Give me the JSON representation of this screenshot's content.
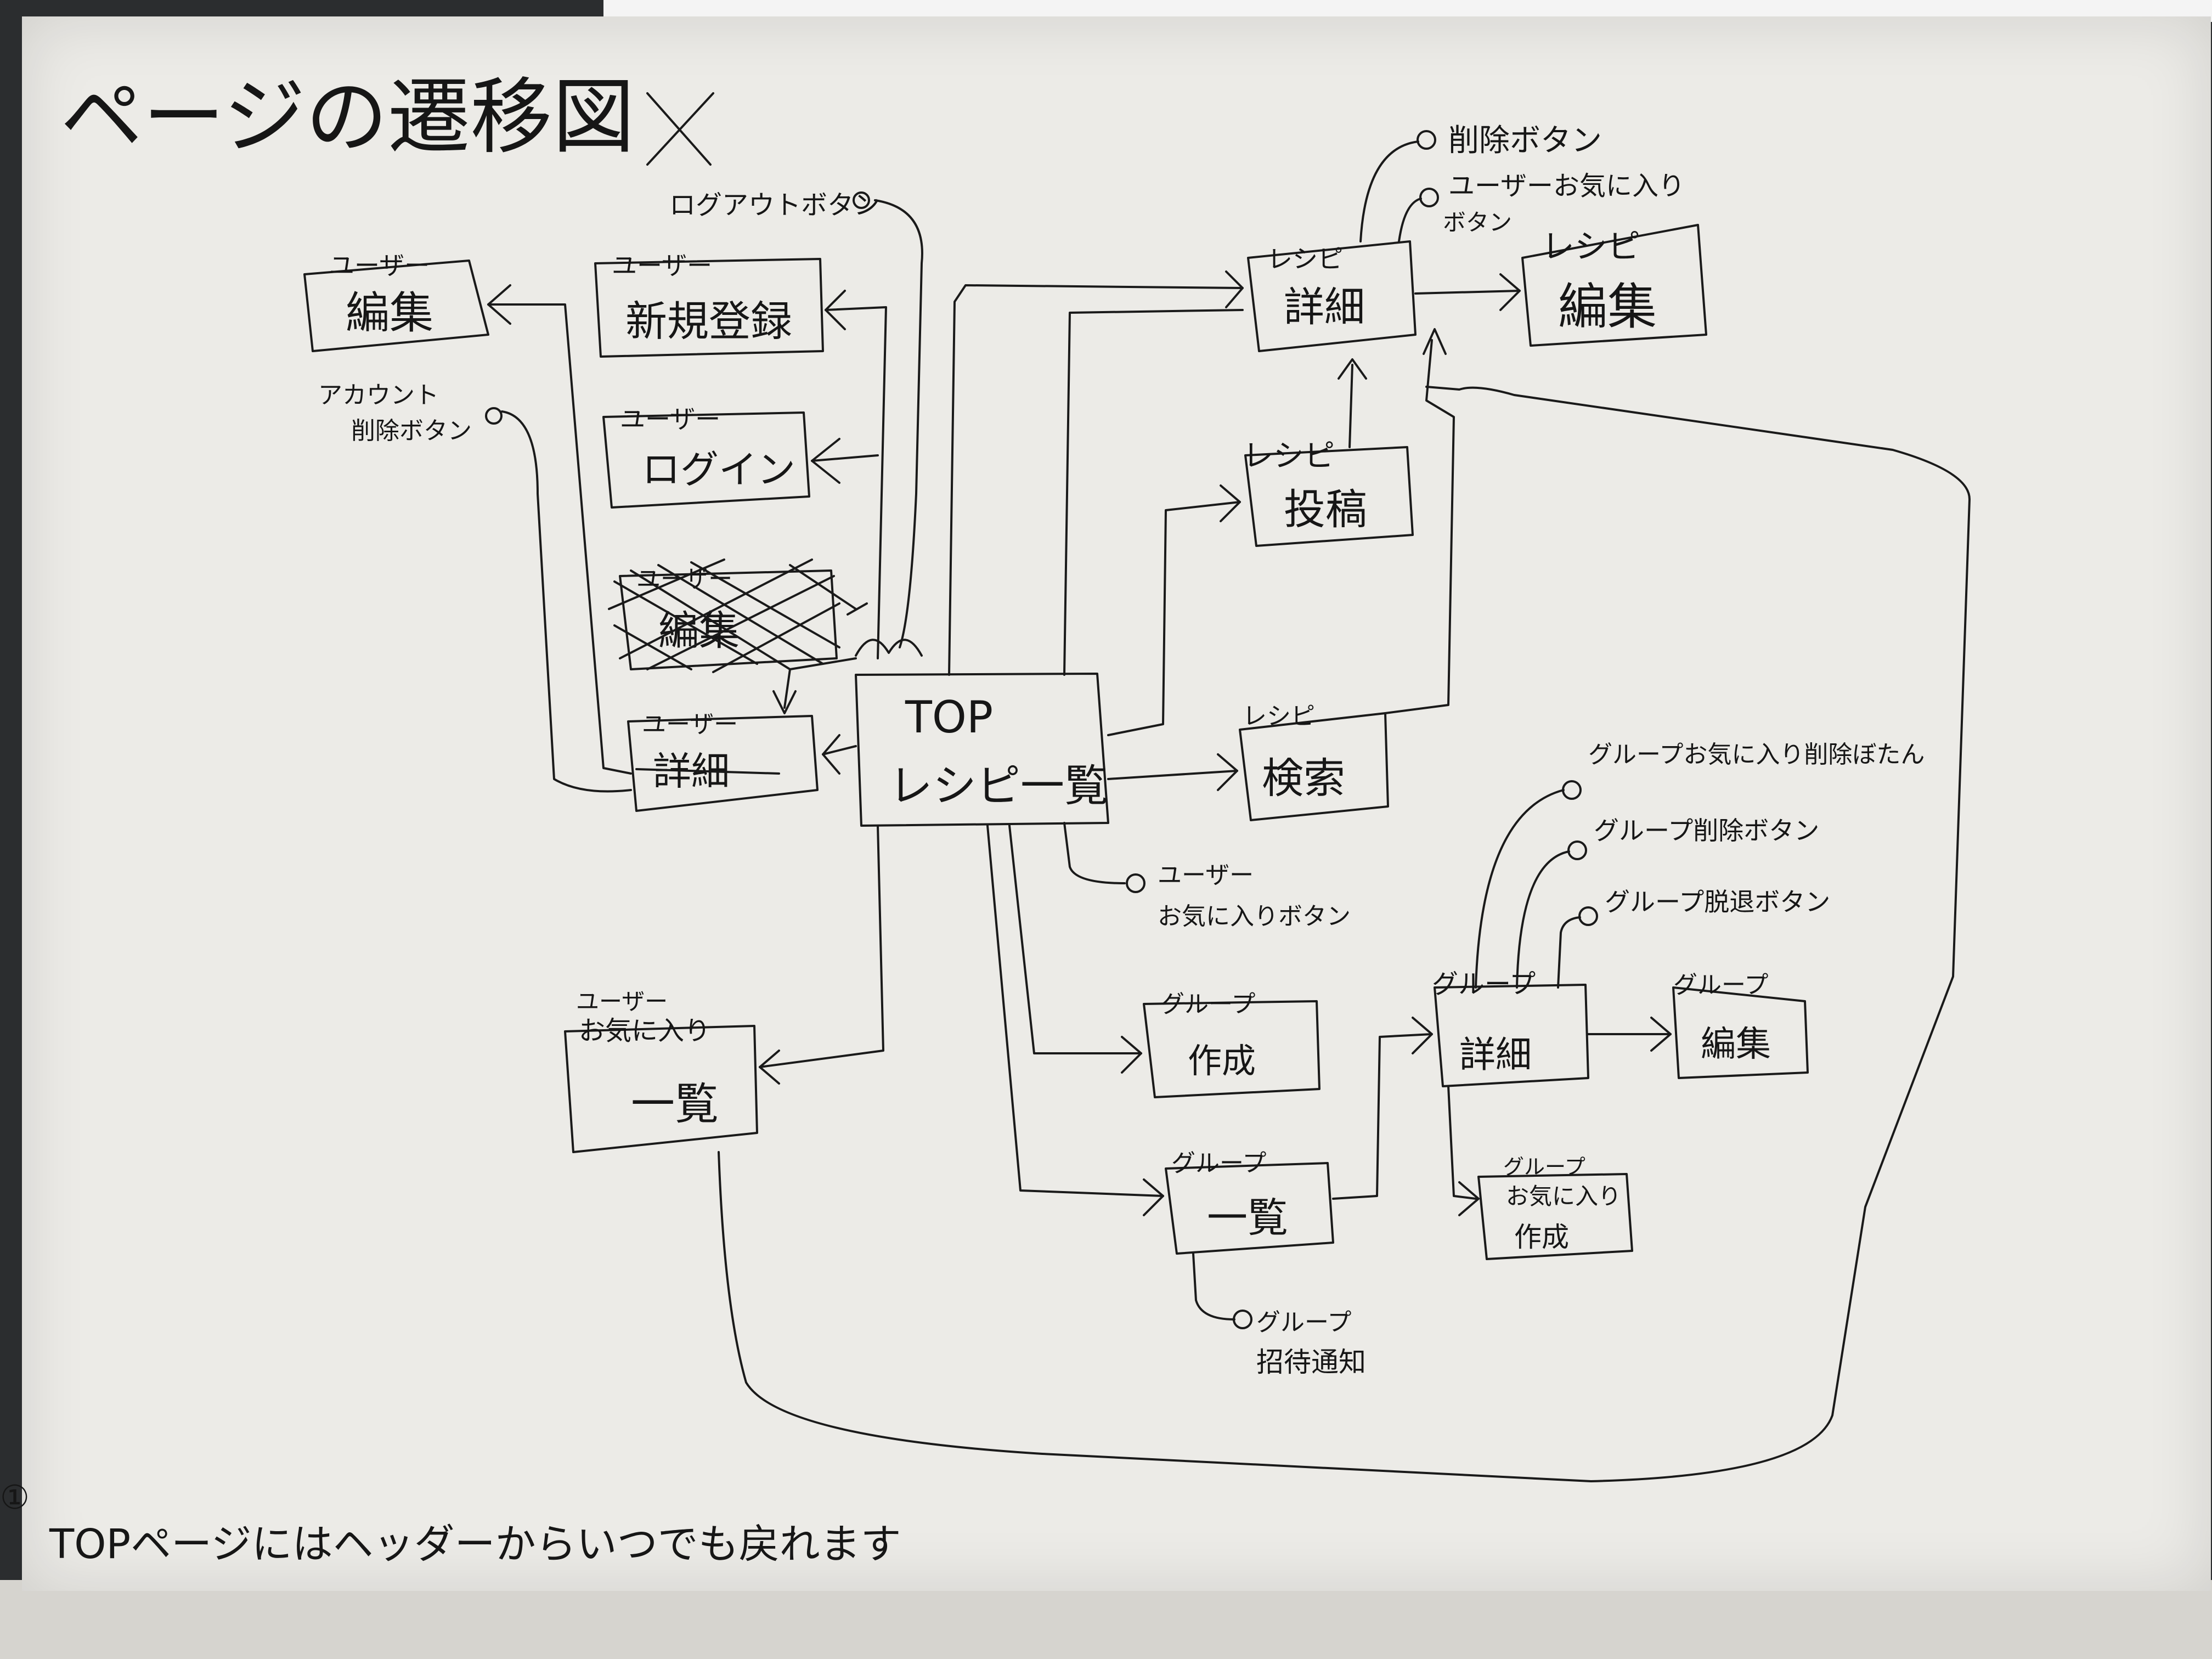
{
  "title": "ページの遷移図",
  "nodes": {
    "top": {
      "line1": "TOP",
      "line2": "レシピ一覧"
    },
    "user_edit": {
      "small": "ユーザー",
      "main": "編集"
    },
    "user_register": {
      "small": "ユーザー",
      "main": "新規登録"
    },
    "user_login": {
      "small": "ユーザー",
      "main": "ログイン"
    },
    "user_edit_crossed": {
      "small": "ユーザー",
      "main": "編集"
    },
    "user_detail": {
      "small": "ユーザー",
      "main": "詳細"
    },
    "user_fav_list": {
      "small1": "ユーザー",
      "small2": "お気に入り",
      "main": "一覧"
    },
    "recipe_detail": {
      "small": "レシピ",
      "main": "詳細"
    },
    "recipe_edit": {
      "small": "レシピ",
      "main": "編集"
    },
    "recipe_post": {
      "small": "レシピ",
      "main": "投稿"
    },
    "recipe_search": {
      "small": "レシピ",
      "main": "検索"
    },
    "group_create": {
      "small": "グループ",
      "main": "作成"
    },
    "group_list": {
      "small": "グループ",
      "main": "一覧"
    },
    "group_detail": {
      "small": "グループ",
      "main": "詳細"
    },
    "group_edit": {
      "small": "グループ",
      "main": "編集"
    },
    "group_fav_create": {
      "small1": "グループ",
      "small2": "お気に入り",
      "main": "作成"
    }
  },
  "annotations": {
    "logout_button": "ログアウトボタン",
    "account_delete_line1": "アカウント",
    "account_delete_line2": "削除ボタン",
    "delete_button": "削除ボタン",
    "user_fav_button_1": "ユーザーお気に入り",
    "user_fav_button_2": "ボタン",
    "top_user_fav_1": "ユーザー",
    "top_user_fav_2": "お気に入りボタン",
    "group_fav_delete": "グループお気に入り削除ぼたん",
    "group_delete_button": "グループ削除ボタン",
    "group_leave_button": "グループ脱退ボタン",
    "group_invite_1": "グループ",
    "group_invite_2": "招待通知"
  },
  "footnote": {
    "mark": "①",
    "text": "TOPページにはヘッダーからいつでも戻れます"
  },
  "colors": {
    "paper": "#ecebe7",
    "ink": "#1a1a1a",
    "background": "#2b2d2f"
  }
}
